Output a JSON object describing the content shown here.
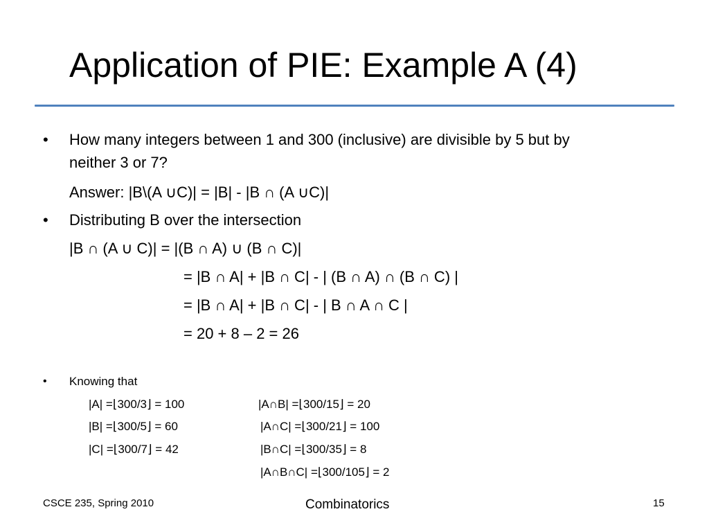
{
  "title": "Application of PIE: Example A (4)",
  "bullet_char": "•",
  "bullet1": {
    "line1": "How many integers between 1 and 300 (inclusive) are divisible by 5 but by",
    "line2": "neither 3 or 7?",
    "answer": "Answer: |B\\(A ∪C)| = |B| - |B ∩ (A ∪C)|"
  },
  "bullet2": {
    "text": "Distributing B over the intersection",
    "eq1": "|B ∩ (A ∪ C)| = |(B ∩ A) ∪ (B ∩ C)|",
    "eq2": "= |B ∩ A| + |B ∩ C| - | (B ∩ A) ∩ (B ∩ C) |",
    "eq3": "= |B ∩ A| + |B ∩ C| - | B ∩ A ∩ C |",
    "eq4": "= 20 + 8 – 2 = 26"
  },
  "bullet3": {
    "text": "Knowing that",
    "rows": [
      {
        "left": "|A| =⌊300/3⌋ = 100",
        "right": "|A∩B| =⌊300/15⌋ = 20"
      },
      {
        "left": "|B| =⌊300/5⌋ = 60",
        "right": "|A∩C| =⌊300/21⌋ = 100"
      },
      {
        "left": "|C| =⌊300/7⌋ = 42",
        "right": "|B∩C| =⌊300/35⌋ = 8"
      },
      {
        "left": "",
        "right": "|A∩B∩C| =⌊300/105⌋ = 2"
      }
    ]
  },
  "footer": {
    "left": "CSCE 235, Spring 2010",
    "center": "Combinatorics",
    "right": "15"
  }
}
